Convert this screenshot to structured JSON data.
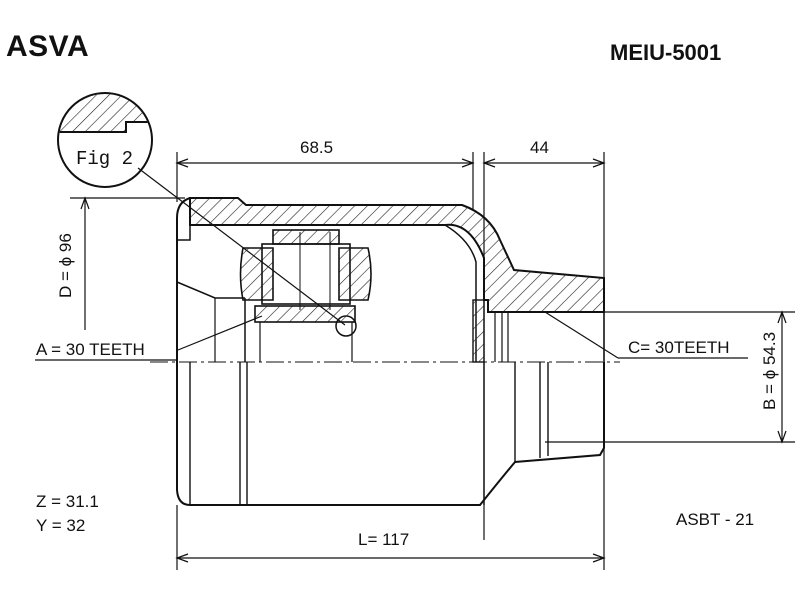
{
  "header": {
    "brand": "ASVA",
    "part_number": "MEIU-5001"
  },
  "drawing": {
    "fig_label": "Fig 2",
    "dimensions": {
      "top_left_length": "68.5",
      "top_right_length": "44",
      "outer_diameter": "D = ϕ 96",
      "shaft_diameter": "B = ϕ 54.3",
      "overall_length": "L= 117"
    },
    "callouts": {
      "inner_spline": "A = 30 TEETH",
      "outer_spline": "C= 30TEETH"
    },
    "specs": {
      "z_value": "Z = 31.1",
      "y_value": "Y = 32"
    },
    "code": "ASBT - 21"
  }
}
